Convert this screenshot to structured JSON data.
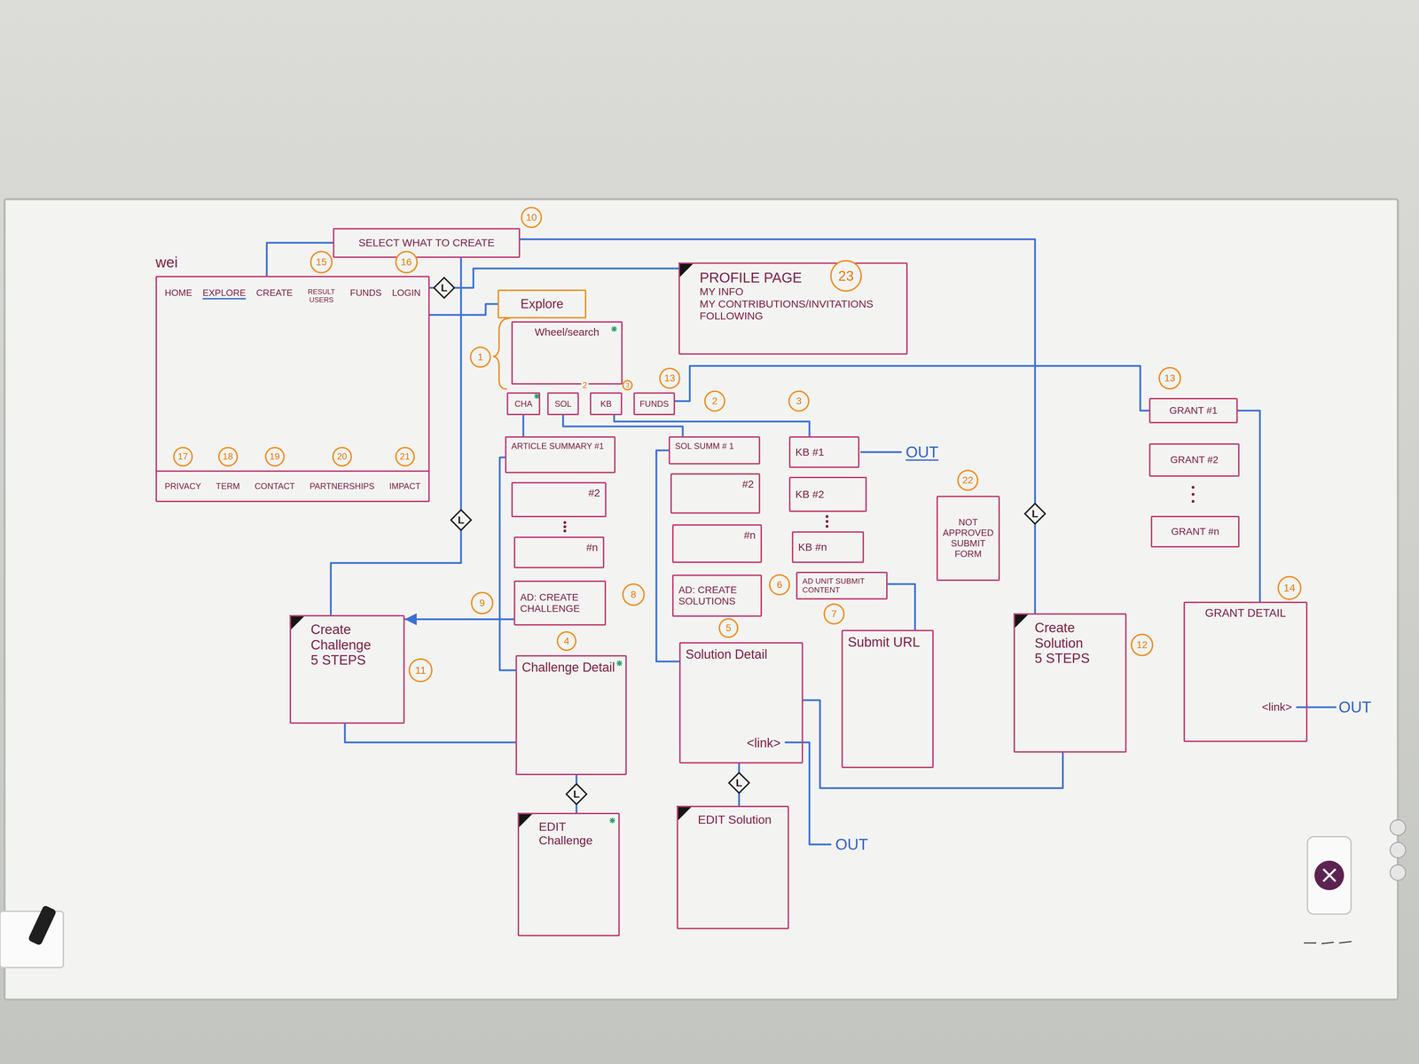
{
  "diagram": {
    "nodes": [
      {
        "text": [
          "SELECT WHAT TO CREATE"
        ]
      },
      {
        "text": [
          "wei",
          "HOME",
          "EXPLORE",
          "CREATE",
          "RESULT USERS",
          "FUNDS",
          "LOGIN"
        ]
      },
      {
        "text": [
          "PRIVACY",
          "TERM",
          "CONTACT",
          "PARTNERSHIPS",
          "IMPACT"
        ],
        "in": 1
      },
      {
        "text": [
          "L"
        ]
      },
      {
        "text": [
          "PROFILE PAGE",
          "MY INFO",
          "MY CONTRIBUTIONS/INVITATIONS",
          "FOLLOWING"
        ]
      },
      {
        "text": [
          "Explore"
        ]
      },
      {
        "text": [
          "Wheel/search"
        ]
      },
      {
        "text": [
          "CHA"
        ]
      },
      {
        "text": [
          "SOL"
        ]
      },
      {
        "text": [
          "KB"
        ]
      },
      {
        "text": [
          "FUNDS"
        ]
      },
      {
        "text": [
          "ARTICLE SUMMARY #1"
        ]
      },
      {
        "text": [
          "SOL SUMM # 1"
        ]
      },
      {
        "text": [
          "KB #1"
        ]
      },
      {
        "text": [
          "GRANT #1"
        ]
      },
      {
        "text": [
          "#2"
        ]
      },
      {
        "text": [
          "#2"
        ]
      },
      {
        "text": [
          "KB #2"
        ]
      },
      {
        "text": [
          "GRANT #2"
        ]
      },
      {
        "text": [
          "#n"
        ]
      },
      {
        "text": [
          "#n"
        ]
      },
      {
        "text": [
          "KB #n"
        ]
      },
      {
        "text": [
          "GRANT #n"
        ]
      },
      {
        "text": [
          "NOT APPROVED SUBMIT FORM"
        ]
      },
      {
        "text": [
          "L"
        ]
      },
      {
        "text": [
          "L"
        ]
      },
      {
        "text": [
          "AD: CREATE CHALLENGE"
        ]
      },
      {
        "text": [
          "AD: CREATE SOLUTIONS"
        ]
      },
      {
        "text": [
          "AD UNIT SUBMIT CONTENT"
        ]
      },
      {
        "text": [
          "Create Challenge",
          "5 STEPS"
        ]
      },
      {
        "text": [
          "Challenge Detail"
        ]
      },
      {
        "text": [
          "Solution Detail",
          "<link>"
        ]
      },
      {
        "text": [
          "Submit URL"
        ]
      },
      {
        "text": [
          "Create Solution",
          "5 STEPS"
        ]
      },
      {
        "text": [
          "GRANT DETAIL",
          "<link>"
        ]
      },
      {
        "text": [
          "L"
        ]
      },
      {
        "text": [
          "L"
        ]
      },
      {
        "text": [
          "EDIT Challenge"
        ]
      },
      {
        "text": [
          "EDIT Solution"
        ]
      }
    ],
    "edges": [
      {
        "from": 1,
        "to": 0,
        "arrow": "none"
      },
      {
        "from": 1,
        "to": 3,
        "arrow": "none"
      },
      {
        "from": 3,
        "to": 4,
        "arrow": "none"
      },
      {
        "from": 1,
        "to": 5,
        "arrow": "none"
      },
      {
        "from": 0,
        "to": 25,
        "arrow": "none"
      },
      {
        "from": 25,
        "to": 29,
        "arrow": "none"
      },
      {
        "from": 0,
        "to": 24,
        "arrow": "none"
      },
      {
        "from": 24,
        "to": 33,
        "arrow": "none"
      },
      {
        "from": 7,
        "to": 11,
        "arrow": "none"
      },
      {
        "from": 8,
        "to": 12,
        "arrow": "none"
      },
      {
        "from": 9,
        "to": 13,
        "arrow": "none"
      },
      {
        "from": 10,
        "to": 14,
        "arrow": "none"
      },
      {
        "from": 11,
        "to": 30,
        "arrow": "none"
      },
      {
        "from": 12,
        "to": 31,
        "arrow": "none"
      },
      {
        "from": 26,
        "to": 29,
        "arrow": "to"
      },
      {
        "from": 29,
        "to": 30,
        "arrow": "none"
      },
      {
        "from": 28,
        "to": 32,
        "arrow": "none"
      },
      {
        "from": 14,
        "to": 34,
        "arrow": "none"
      },
      {
        "from": 30,
        "to": 35,
        "arrow": "none"
      },
      {
        "from": 35,
        "to": 37,
        "arrow": "none"
      },
      {
        "from": 31,
        "to": 36,
        "arrow": "none"
      },
      {
        "from": 36,
        "to": 38,
        "arrow": "none"
      },
      {
        "from": 33,
        "to": 31,
        "arrow": "none"
      }
    ],
    "labels": [
      "10",
      "15",
      "16",
      "23",
      "1",
      "2",
      "3",
      "13",
      "2",
      "3",
      "OUT",
      "13",
      "17",
      "18",
      "19",
      "20",
      "21",
      "22",
      "9",
      "8",
      "6",
      "7",
      "14",
      "11",
      "4",
      "5",
      "12",
      "OUT",
      "OUT"
    ]
  }
}
